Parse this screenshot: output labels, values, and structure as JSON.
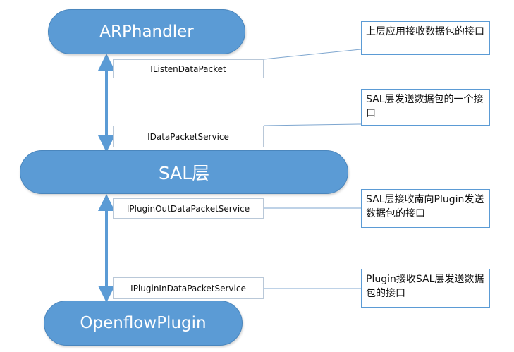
{
  "nodes": {
    "arphandler": "ARPhandler",
    "sal": "SAL层",
    "openflow_plugin": "OpenflowPlugin"
  },
  "interfaces": {
    "listen_data_packet": "IListenDataPacket",
    "data_packet_service": "IDataPacketService",
    "plugin_out_data_packet_service": "IPluginOutDataPacketService",
    "plugin_in_data_packet_service": "IPluginInDataPacketService"
  },
  "notes": {
    "listen_data_packet": "上层应用接收数据包的接口",
    "data_packet_service": "SAL层发送数据包的一个接口",
    "plugin_out_data_packet_service": "SAL层接收南向Plugin发送数据包的接口",
    "plugin_in_data_packet_service": "Plugin接收SAL层发送数据包的接口"
  },
  "colors": {
    "node_fill": "#5b9bd5",
    "arrow": "#5b9bd5",
    "note_border": "#5b9bd5",
    "connector": "#7ea6cf"
  }
}
